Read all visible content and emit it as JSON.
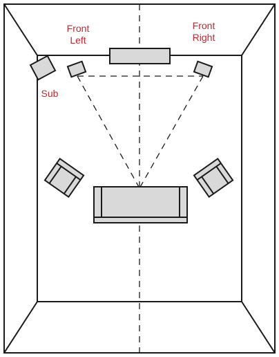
{
  "labels": {
    "front_left": "Front\nLeft",
    "front_right": "Front\nRight",
    "sub": "Sub"
  },
  "colors": {
    "line": "#1a1a1a",
    "fill": "#d9d9d9",
    "label": "#c4262e",
    "background": "#ffffff"
  }
}
